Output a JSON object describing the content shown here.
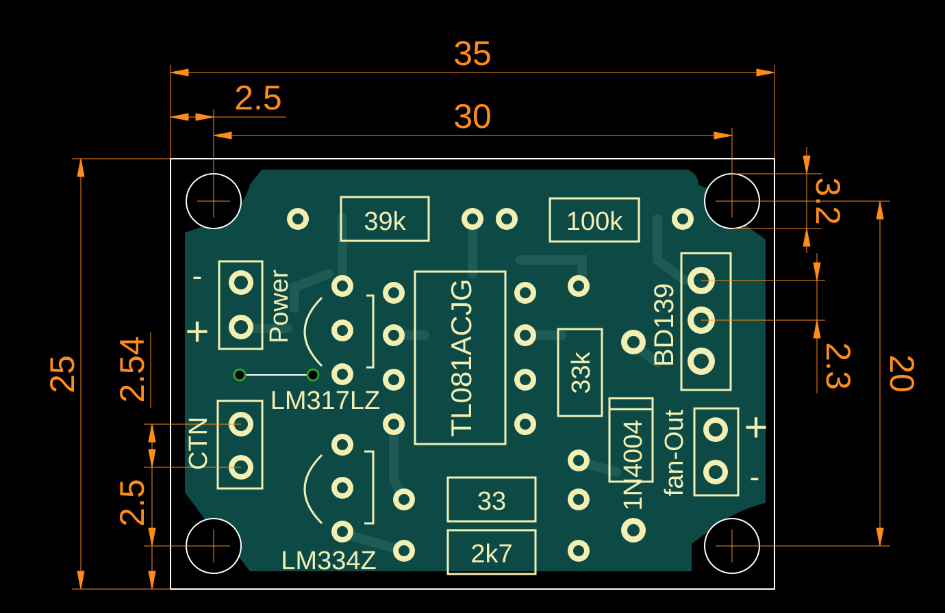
{
  "dimensions": {
    "width_total": "35",
    "width_inner": "30",
    "edge_offset": "2.5",
    "height_total": "25",
    "height_inner": "20",
    "hole_dia": "3.2",
    "pin_pitch_right": "2.3",
    "pin_pitch_left": "2.54",
    "edge_offset_left": "2.5"
  },
  "components": {
    "r1": "39k",
    "r2": "100k",
    "r3": "33k",
    "r4": "33",
    "r5": "2k7",
    "ic": "TL081ACJG",
    "reg1": "LM317LZ",
    "reg2": "LM334Z",
    "transistor": "BD139",
    "diode": "1N4004",
    "conn_power": "Power",
    "conn_ctn": "CTN",
    "conn_fan": "fan-Out",
    "minus": "-",
    "plus": "+"
  },
  "colors": {
    "background": "#000000",
    "board_outline": "#ffffff",
    "copper_pour": "#0d4a46",
    "trace": "#1f5f58",
    "silkscreen": "#f2efb3",
    "dimension": "#ff8c1a",
    "jumper": "#2ca02c"
  }
}
